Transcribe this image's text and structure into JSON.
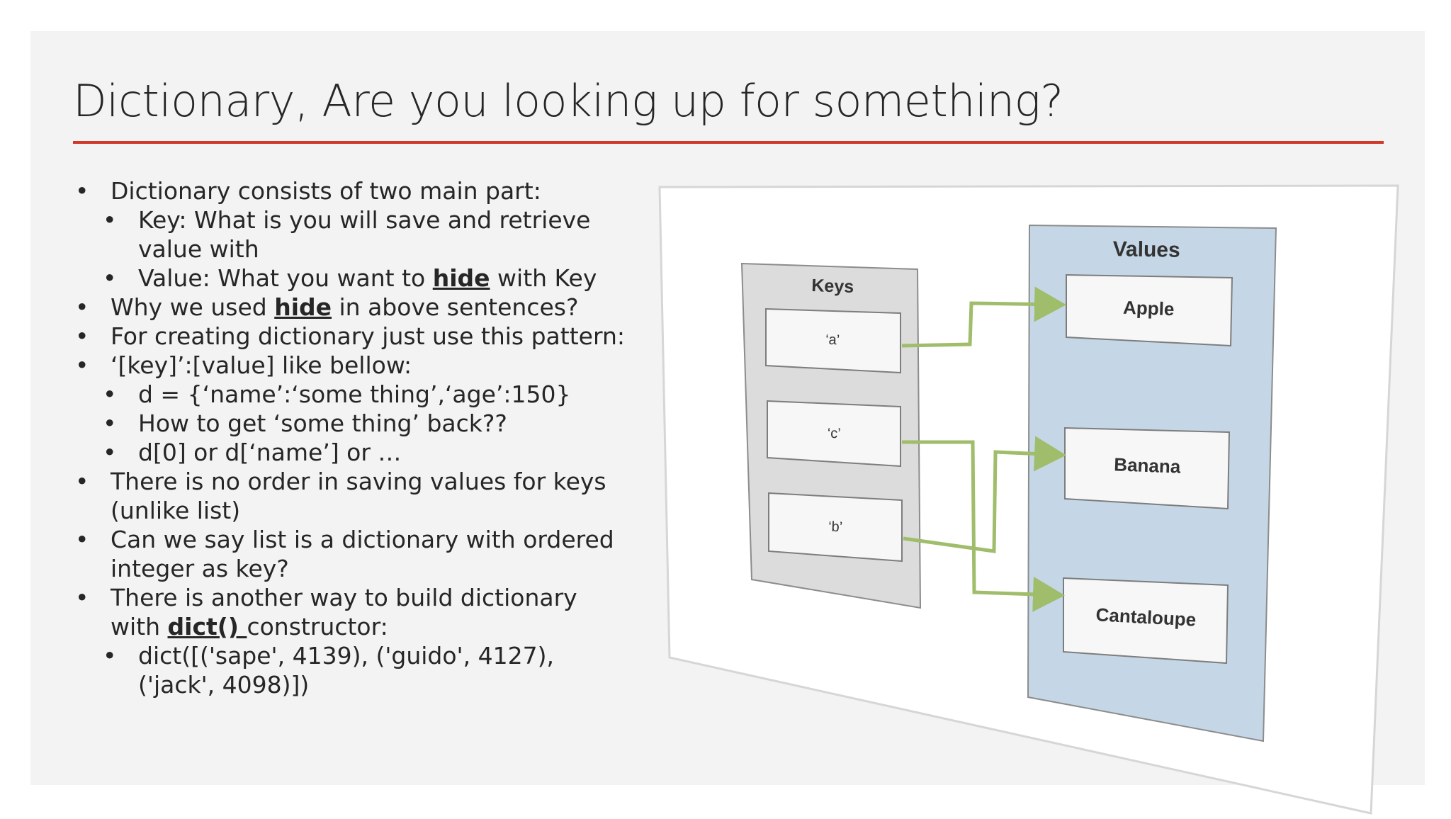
{
  "slide": {
    "title": "Dictionary, Are you looking up for something?",
    "accent_color": "#d03a2a",
    "bullets": [
      {
        "level": 1,
        "parts": [
          {
            "t": "Dictionary consists of two main part:"
          }
        ]
      },
      {
        "level": 2,
        "parts": [
          {
            "t": "Key: What is you will save and retrieve value with"
          }
        ]
      },
      {
        "level": 2,
        "parts": [
          {
            "t": "Value: What you want to "
          },
          {
            "t": "hide",
            "ul": true
          },
          {
            "t": " with Key"
          }
        ]
      },
      {
        "level": 1,
        "parts": [
          {
            "t": "Why we used "
          },
          {
            "t": "hide",
            "ul": true
          },
          {
            "t": " in above sentences?"
          }
        ]
      },
      {
        "level": 1,
        "parts": [
          {
            "t": "For creating dictionary just use this pattern:"
          }
        ]
      },
      {
        "level": 1,
        "parts": [
          {
            "t": "‘[key]’:[value] like bellow:"
          }
        ]
      },
      {
        "level": 2,
        "parts": [
          {
            "t": "d = {‘name’:‘some thing’,‘age’:150}"
          }
        ]
      },
      {
        "level": 2,
        "parts": [
          {
            "t": "How to get ‘some thing’ back??"
          }
        ]
      },
      {
        "level": 2,
        "parts": [
          {
            "t": "d[0] or d[‘name’] or …"
          }
        ]
      },
      {
        "level": 1,
        "parts": [
          {
            "t": "There is no order in saving values for keys (unlike list)"
          }
        ]
      },
      {
        "level": 1,
        "parts": [
          {
            "t": "Can we say list is a dictionary with ordered integer as key?"
          }
        ]
      },
      {
        "level": 1,
        "parts": [
          {
            "t": "There is another way to build dictionary with "
          },
          {
            "t": "dict() ",
            "ul": true
          },
          {
            "t": "constructor:"
          }
        ]
      },
      {
        "level": 2,
        "parts": [
          {
            "t": "dict([('sape', 4139), ('guido', 4127), ('jack', 4098)])"
          }
        ]
      }
    ]
  },
  "diagram": {
    "keys_title": "Keys",
    "values_title": "Values",
    "keys": [
      "‘a’",
      "‘c’",
      "‘b’"
    ],
    "values": [
      "Apple",
      "Banana",
      "Cantaloupe"
    ],
    "colors": {
      "keys_panel": "#dcdcdc",
      "values_panel": "#c5d7e6",
      "arrow": "#9fbd6a",
      "box": "#f7f7f7"
    }
  }
}
